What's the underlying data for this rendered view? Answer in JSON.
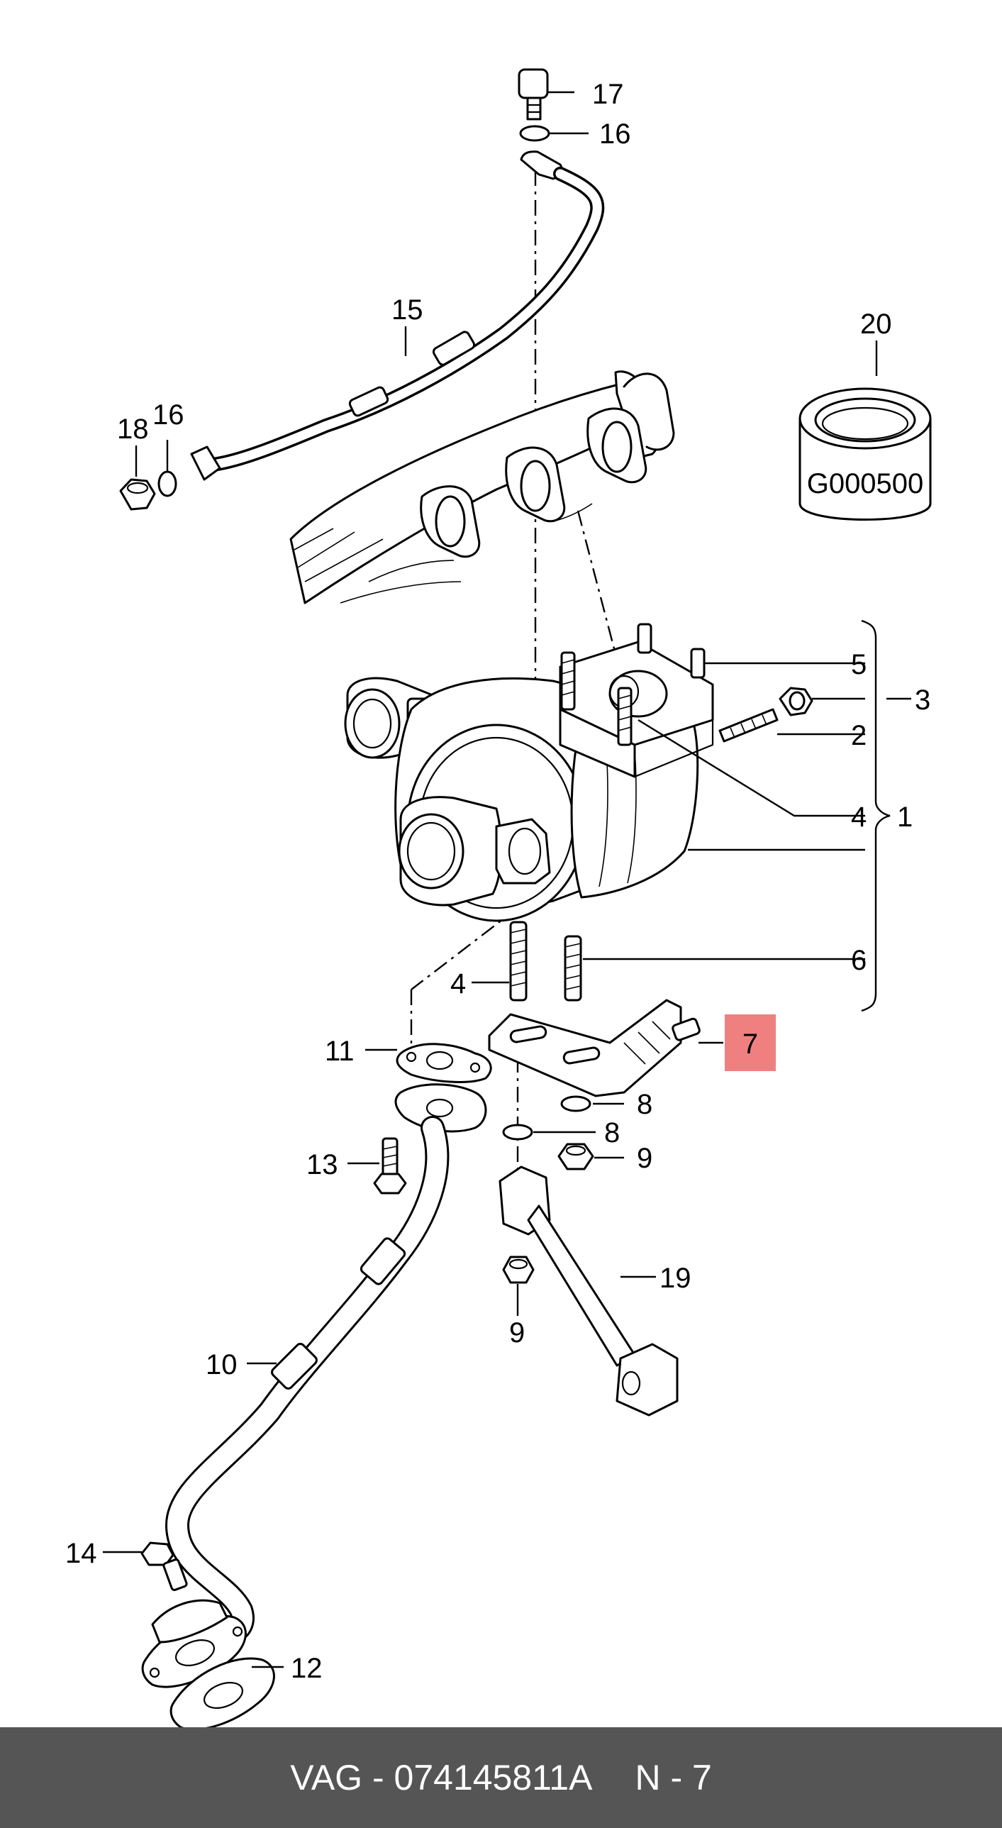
{
  "diagram": {
    "callouts": {
      "c1": "1",
      "c2": "2",
      "c3": "3",
      "c4a": "4",
      "c4b": "4",
      "c5": "5",
      "c6": "6",
      "c7": "7",
      "c8a": "8",
      "c8b": "8",
      "c9a": "9",
      "c9b": "9",
      "c10": "10",
      "c11": "11",
      "c12": "12",
      "c13": "13",
      "c14": "14",
      "c15": "15",
      "c16a": "16",
      "c16b": "16",
      "c17": "17",
      "c18": "18",
      "c19": "19",
      "c20": "20"
    },
    "filter_code": "G000500",
    "highlighted_callout": "7",
    "highlight_color": "#f08080"
  },
  "footer": {
    "brand": "VAG",
    "separator": " - ",
    "part_number": "074145811A",
    "ref_prefix": "N - ",
    "ref_number": "7",
    "background_color": "#555555",
    "text_color": "#ffffff"
  }
}
